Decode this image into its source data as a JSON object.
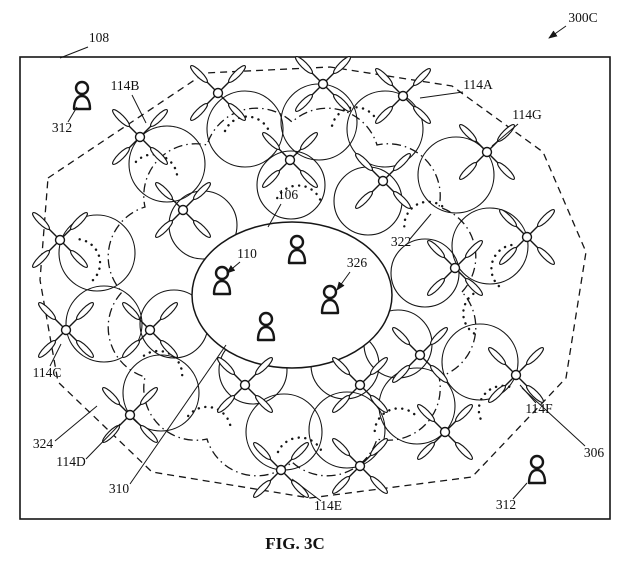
{
  "figure": {
    "caption": "FIG. 3C",
    "labels": {
      "l300C": "300C",
      "l108": "108",
      "l312": "312",
      "l114A": "114A",
      "l114B": "114B",
      "l114C": "114C",
      "l114D": "114D",
      "l114E": "114E",
      "l114F": "114F",
      "l114G": "114G",
      "l106": "106",
      "l110": "110",
      "l310": "310",
      "l322": "322",
      "l324": "324",
      "l326": "326",
      "l306": "306"
    },
    "icons": {
      "drone": "quadcopter-drone-icon",
      "person": "person-icon",
      "signal": "dotted-signal-arc-icon"
    },
    "colors": {
      "ink": "#161616",
      "background": "#ffffff"
    }
  }
}
